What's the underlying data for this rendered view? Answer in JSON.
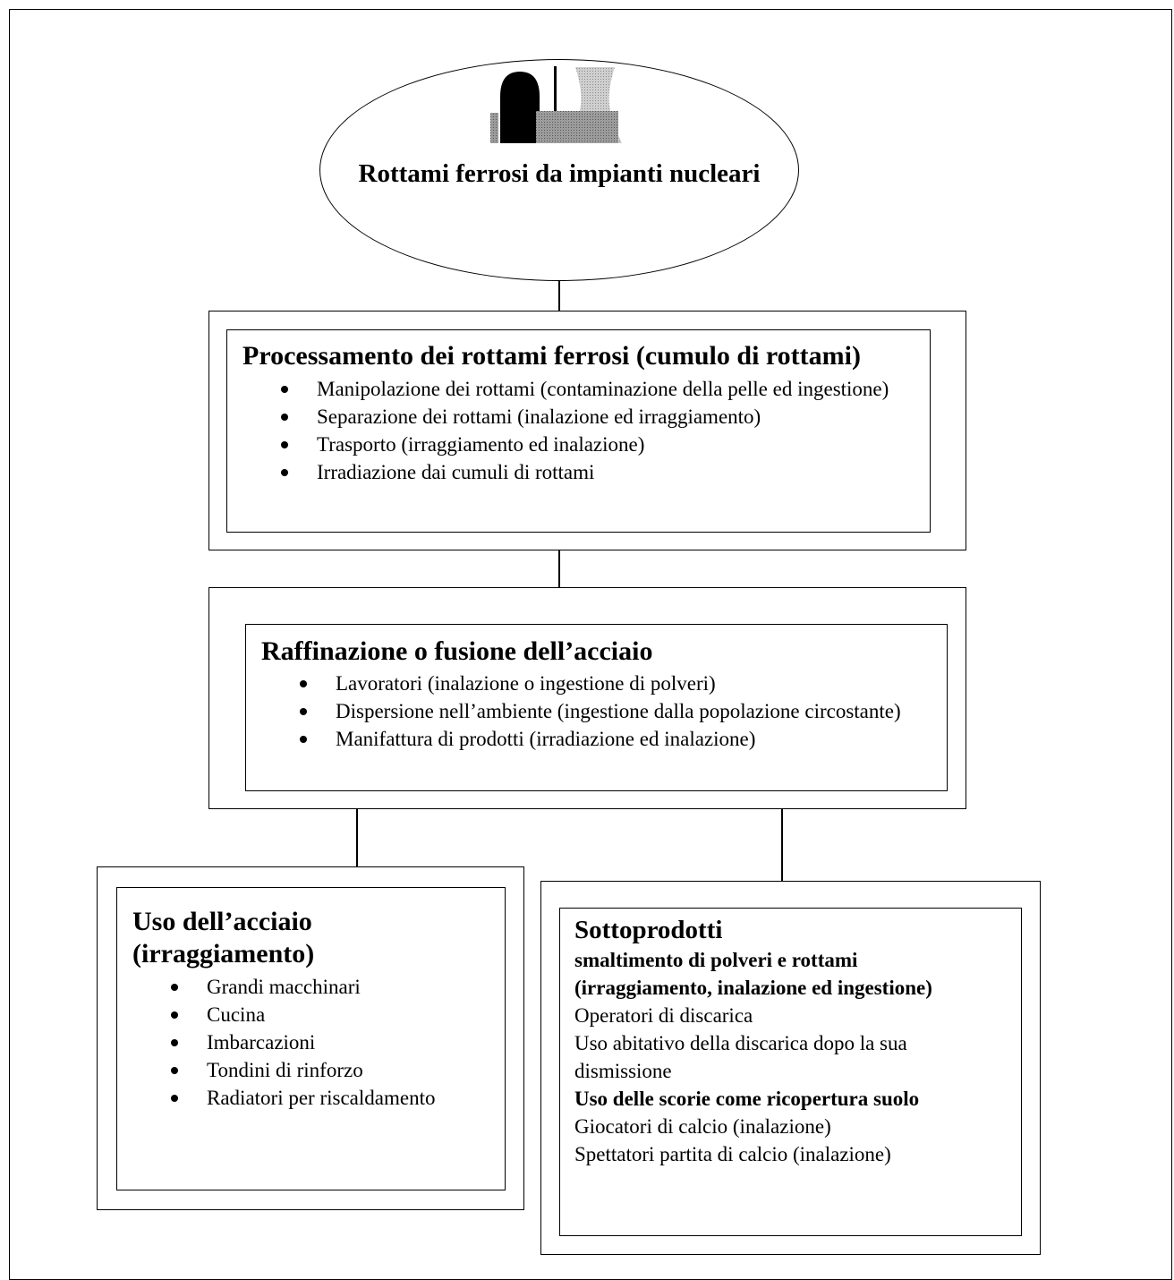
{
  "ellipse": {
    "title": "Rottami ferrosi da impianti nucleari",
    "icon": "nuclear-power-plant-icon"
  },
  "processing": {
    "title": "Processamento dei rottami ferrosi (cumulo di rottami)",
    "items": [
      "Manipolazione dei rottami (contaminazione della pelle ed ingestione)",
      "Separazione dei rottami (inalazione ed irraggiamento)",
      "Trasporto (irraggiamento ed inalazione)",
      "Irradiazione dai cumuli di rottami"
    ]
  },
  "refining": {
    "title": "Raffinazione o fusione dell’acciaio",
    "items": [
      "Lavoratori (inalazione o ingestione di polveri)",
      "Dispersione nell’ambiente (ingestione dalla popolazione circostante)",
      "Manifattura di prodotti (irradiazione ed inalazione)"
    ]
  },
  "steel_use": {
    "title_line1": "Uso dell’acciaio",
    "title_line2": "(irraggiamento)",
    "items": [
      "Grandi macchinari",
      "Cucina",
      "Imbarcazioni",
      "Tondini di rinforzo",
      "Radiatori per riscaldamento"
    ]
  },
  "byproducts": {
    "title": "Sottoprodotti",
    "section1_line1": "smaltimento di polveri e rottami",
    "section1_line2": "(irraggiamento, inalazione ed ingestione)",
    "section1_items": [
      "Operatori di discarica",
      "Uso abitativo della discarica dopo la sua dismissione"
    ],
    "section2_title": "Uso delle scorie come ricopertura suolo",
    "section2_items": [
      "Giocatori di calcio (inalazione)",
      "Spettatori partita di calcio (inalazione)"
    ]
  }
}
